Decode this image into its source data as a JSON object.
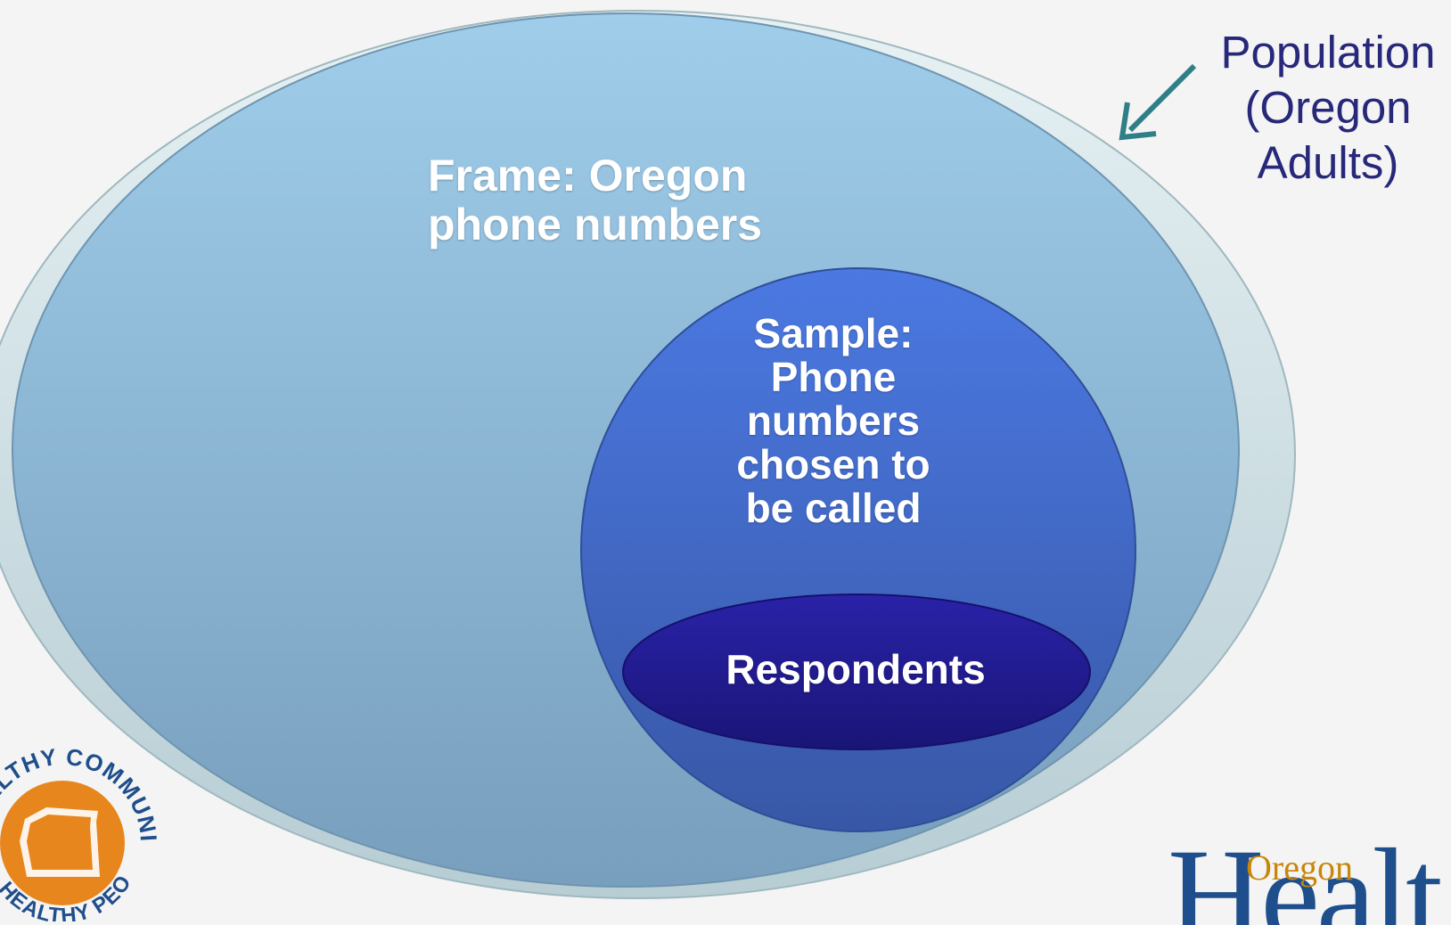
{
  "diagram": {
    "population": {
      "label": "Population\n(Oregon\nAdults)"
    },
    "frame": {
      "label": "Frame: Oregon\nphone numbers"
    },
    "sample": {
      "label": "Sample:\nPhone\nnumbers\nchosen to\nbe called"
    },
    "respondents": {
      "label": "Respondents"
    }
  },
  "logos": {
    "healthy_communities": {
      "top_text": "HEALTHY COMMUNITIES",
      "bottom_text": "HEALTHY PEOPLE"
    },
    "oregon_health": {
      "small_text": "Oregon",
      "big_text": "Healt"
    }
  },
  "colors": {
    "population_fill": "#cfe3e6",
    "frame_fill_top": "#9ccbe8",
    "frame_fill_bottom": "#7aa3c2",
    "sample_fill_top": "#4a78e0",
    "sample_fill_bottom": "#3a5fae",
    "respondents_fill": "#1f1a8c",
    "population_text": "#27287a",
    "arrow": "#2f7f86",
    "logo_orange": "#e8861e",
    "logo_blue": "#1f4e8c"
  }
}
